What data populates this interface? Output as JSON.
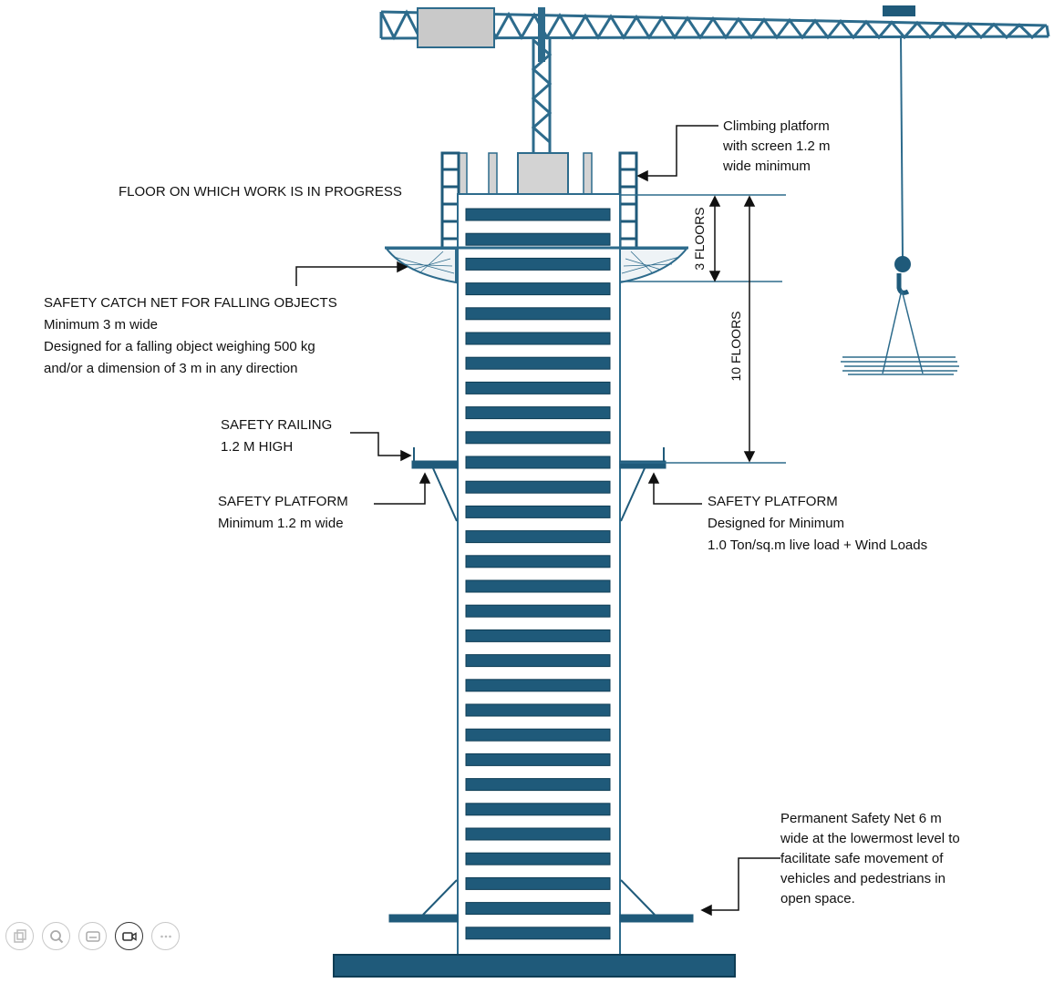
{
  "labels": {
    "climbing_platform": [
      "Climbing platform",
      "with screen 1.2 m",
      "wide minimum"
    ],
    "floor_in_progress": "FLOOR ON WHICH WORK IS IN PROGRESS",
    "catch_net": [
      "SAFETY CATCH NET FOR FALLING OBJECTS",
      "Minimum 3 m wide",
      "Designed for a falling object weighing 500 kg",
      "and/or a dimension of 3 m in any direction"
    ],
    "safety_railing": [
      "SAFETY RAILING",
      "1.2 M HIGH"
    ],
    "safety_platform_left": [
      "SAFETY PLATFORM",
      "Minimum 1.2 m wide"
    ],
    "safety_platform_right": [
      "SAFETY PLATFORM",
      "Designed for Minimum",
      "1.0 Ton/sq.m live load + Wind Loads"
    ],
    "permanent_net": [
      "Permanent Safety Net 6 m",
      "wide at the lowermost level to",
      "facilitate safe movement of",
      "vehicles and pedestrians in",
      "open space."
    ],
    "three_floors": "3 FLOORS",
    "ten_floors": "10 FLOORS"
  },
  "colors": {
    "structure_blue": "#1f5a7a",
    "outline": "#2d6b8c",
    "grey_block": "#cfcfcf",
    "text": "#111111"
  },
  "toolbar": {
    "icons": [
      "copy-slide-icon",
      "zoom-icon",
      "subtitles-icon",
      "video-camera-icon",
      "more-options-icon"
    ]
  }
}
